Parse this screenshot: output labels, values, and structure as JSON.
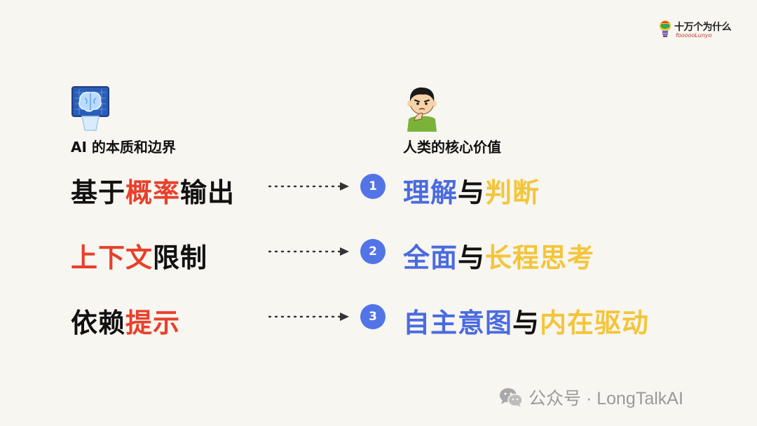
{
  "logo": {
    "name_cn": "十万个为什么",
    "name_en": "foooooLunyo"
  },
  "columns": {
    "left_title": "AI 的本质和边界",
    "right_title": "人类的核心价值"
  },
  "rows": [
    {
      "number": "1",
      "left": [
        {
          "text": "基于",
          "color": "black"
        },
        {
          "text": "概率",
          "color": "red"
        },
        {
          "text": "输出",
          "color": "black"
        }
      ],
      "right": [
        {
          "text": "理解",
          "color": "blue"
        },
        {
          "text": "与",
          "color": "black"
        },
        {
          "text": "判断",
          "color": "yellow"
        }
      ]
    },
    {
      "number": "2",
      "left": [
        {
          "text": "上下文",
          "color": "red"
        },
        {
          "text": "限制",
          "color": "black"
        }
      ],
      "right": [
        {
          "text": "全面",
          "color": "blue"
        },
        {
          "text": "与",
          "color": "black"
        },
        {
          "text": "长程思考",
          "color": "yellow"
        }
      ]
    },
    {
      "number": "3",
      "left": [
        {
          "text": "依赖",
          "color": "black"
        },
        {
          "text": "提示",
          "color": "red"
        }
      ],
      "right": [
        {
          "text": "自主意图",
          "color": "blue"
        },
        {
          "text": "与",
          "color": "black"
        },
        {
          "text": "内在驱动",
          "color": "yellow"
        }
      ]
    }
  ],
  "footer": {
    "text": "公众号 · LongTalkAI",
    "icon": "wechat-icon"
  },
  "colors": {
    "background": "#f8f6f1",
    "red": "#e8402c",
    "blue": "#4a6be0",
    "yellow": "#f4c53a",
    "black": "#111111",
    "badge": "#5274e6"
  }
}
